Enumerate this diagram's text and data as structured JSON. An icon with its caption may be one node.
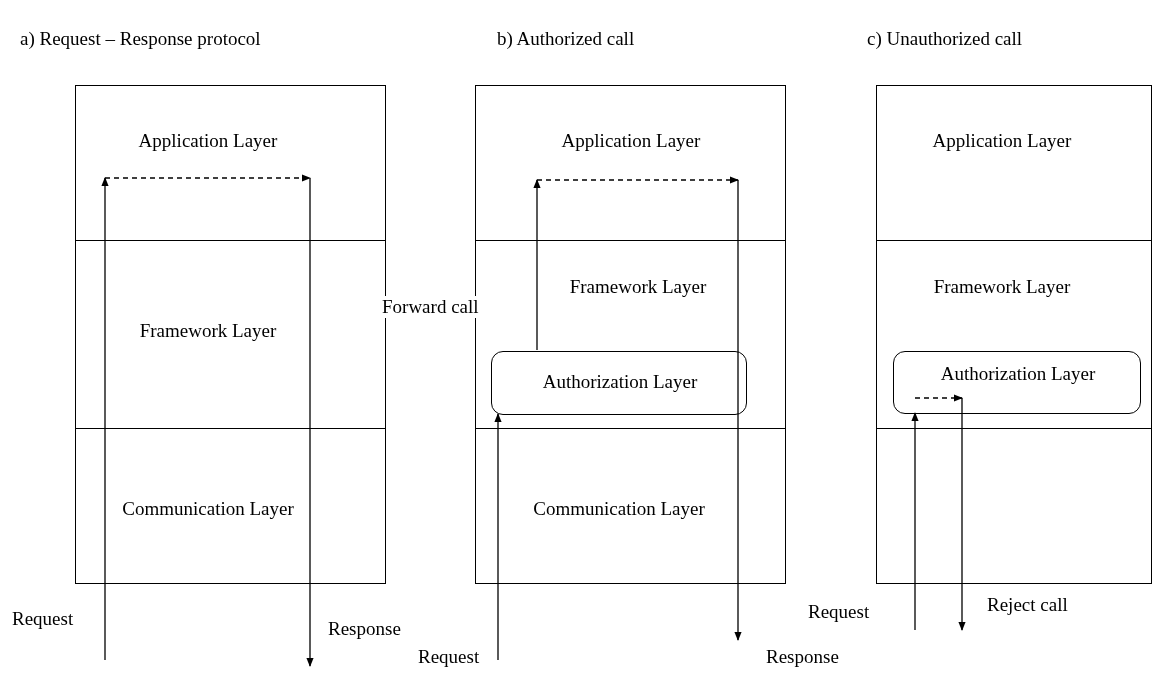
{
  "diagram": {
    "nodes": [
      {
        "text": [
          "Application Layer"
        ]
      },
      {
        "text": [
          "Framework Layer"
        ]
      },
      {
        "text": [
          "Communication Layer"
        ]
      },
      {
        "text": [
          "Application Layer"
        ]
      },
      {
        "text": [
          "Framework Layer"
        ]
      },
      {
        "text": [
          "Authorization Layer"
        ],
        "in": 4
      },
      {
        "text": [
          "Communication Layer"
        ]
      },
      {
        "text": [
          "Application Layer"
        ]
      },
      {
        "text": [
          "Framework Layer"
        ]
      },
      {
        "text": [
          "Authorization Layer"
        ],
        "in": 8
      },
      {
        "text": [],
        "shape": "box"
      }
    ],
    "edges": [
      {
        "from": null,
        "to": 0,
        "arrow": "to"
      },
      {
        "from": 0,
        "to": 0,
        "arrow": "to",
        "style": "dashed"
      },
      {
        "from": 0,
        "to": null,
        "arrow": "to"
      },
      {
        "from": null,
        "to": 5,
        "arrow": "to"
      },
      {
        "from": 5,
        "to": 3,
        "arrow": "to",
        "label": "Forward call"
      },
      {
        "from": 3,
        "to": 3,
        "arrow": "to",
        "style": "dashed"
      },
      {
        "from": 3,
        "to": null,
        "arrow": "to"
      },
      {
        "from": null,
        "to": 9,
        "arrow": "to"
      },
      {
        "from": 9,
        "to": 9,
        "arrow": "to",
        "style": "dashed"
      },
      {
        "from": 9,
        "to": null,
        "arrow": "to"
      }
    ],
    "labels": [
      "a) Request – Response protocol",
      "b) Authorized call",
      "c) Unauthorized call",
      "Request",
      "Response",
      "Request",
      "Response",
      "Request",
      "Reject call"
    ]
  }
}
